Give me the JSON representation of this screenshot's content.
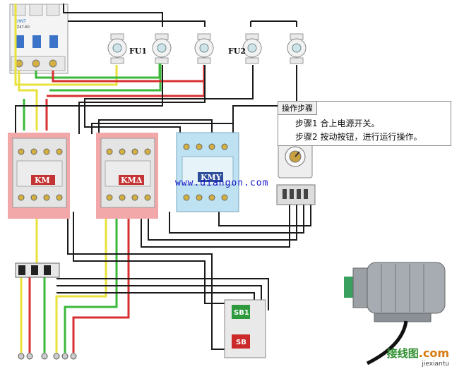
{
  "labels": {
    "fu1": "FU1",
    "fu2": "FU2",
    "km": "KM",
    "km_delta": "KMΔ",
    "kmy": "KMY",
    "sb1": "SB1",
    "sb": "SB",
    "breaker_brand": "CHNT",
    "breaker_model": "DZ47-60"
  },
  "instructions": {
    "tab": "操作步骤",
    "step1": "步骤1  合上电源开关。",
    "step2": "步骤2  按动按钮，进行运行操作。"
  },
  "watermarks": {
    "center": "www.diangon.com",
    "corner_a": "接线图",
    "corner_b": ".com",
    "corner_url": "jiexiantu"
  },
  "colors": {
    "phase_yellow": "#e8e23a",
    "phase_green": "#3ab83a",
    "phase_red": "#d83030",
    "control_black": "#1a1a1a",
    "contactor_pink": "#f2a8a8",
    "contactor_blue": "#bfe2f2"
  }
}
